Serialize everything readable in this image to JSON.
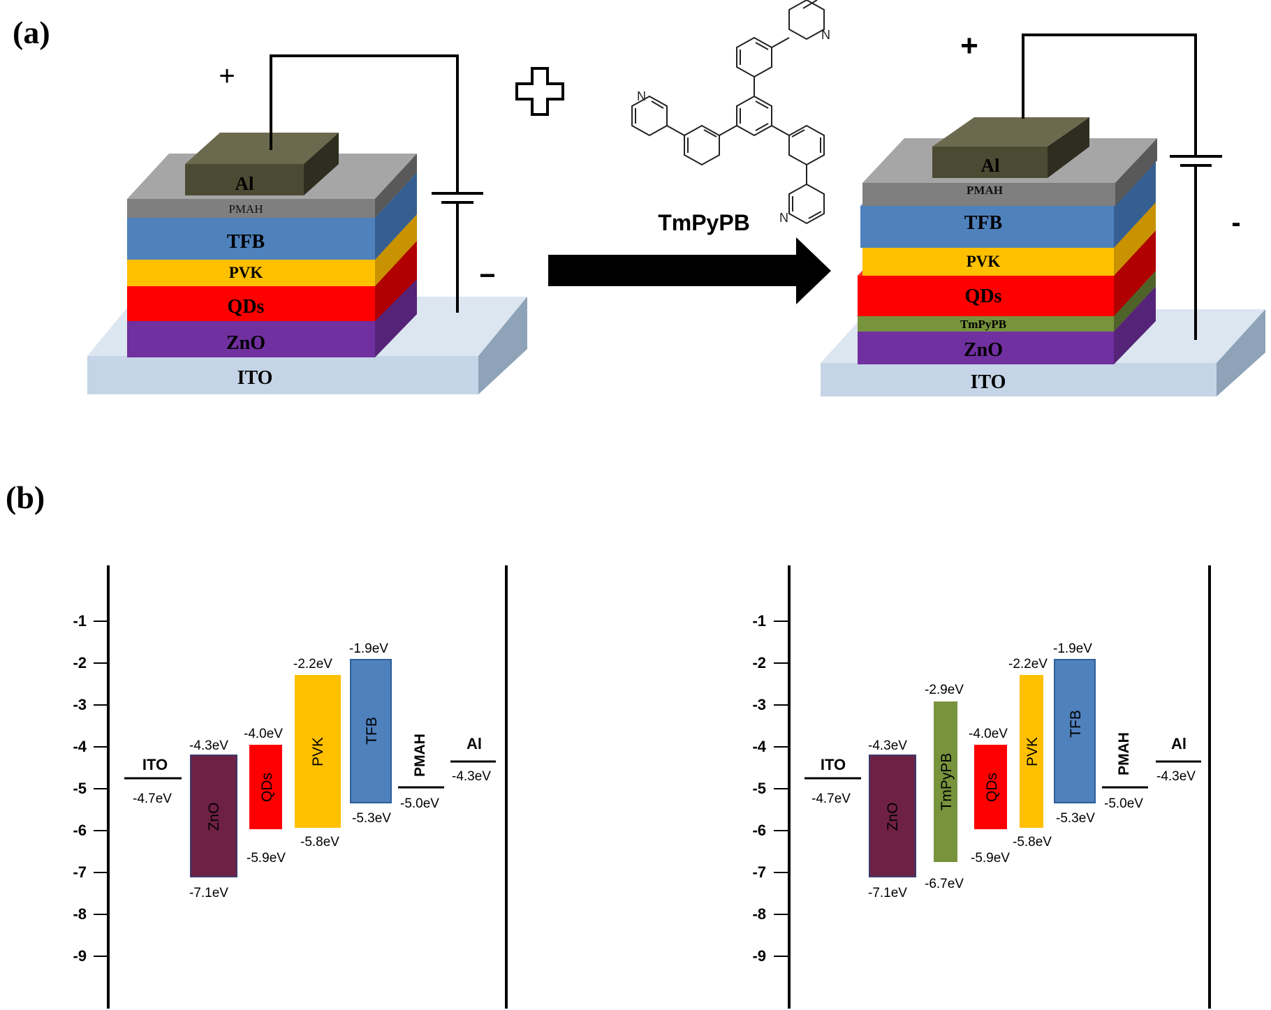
{
  "panel_labels": {
    "a": "(a)",
    "b": "(b)"
  },
  "device_left": {
    "plus": "+",
    "minus": "−",
    "layers": [
      "Al",
      "PMAH",
      "TFB",
      "PVK",
      "QDs",
      "ZnO",
      "ITO"
    ]
  },
  "device_right": {
    "plus": "+",
    "minus": "-",
    "layers": [
      "Al",
      "PMAH",
      "TFB",
      "PVK",
      "QDs",
      "TmPyPB",
      "ZnO",
      "ITO"
    ]
  },
  "molecule": {
    "name": "TmPyPB",
    "atom_label": "N"
  },
  "colors": {
    "Al": "#4b4a33",
    "PMAH": "#7f7f7f",
    "TFB": "#4f81bd",
    "PVK": "#ffc000",
    "QDs": "#ff0000",
    "ZnO": "#7030a0",
    "ITO": "#c5d5e7",
    "TmPyPB": "#77933c",
    "ZnO_band": "#6e2145"
  },
  "energy_axis": {
    "ticks": [
      "-1",
      "-2",
      "-3",
      "-4",
      "-5",
      "-6",
      "-7",
      "-8",
      "-9"
    ]
  },
  "energy_left": {
    "ITO": {
      "label": "ITO",
      "level": "-4.7eV"
    },
    "Al": {
      "label": "Al",
      "level": "-4.3eV"
    },
    "PMAH": {
      "label": "PMAH",
      "level": "-5.0eV"
    },
    "ZnO": {
      "label": "ZnO",
      "top": "-4.3eV",
      "bottom": "-7.1eV"
    },
    "QDs": {
      "label": "QDs",
      "top": "-4.0eV",
      "bottom": "-5.9eV"
    },
    "PVK": {
      "label": "PVK",
      "top": "-2.2eV",
      "bottom": "-5.8eV"
    },
    "TFB": {
      "label": "TFB",
      "top": "-1.9eV",
      "bottom": "-5.3eV"
    }
  },
  "energy_right": {
    "ITO": {
      "label": "ITO",
      "level": "-4.7eV"
    },
    "Al": {
      "label": "Al",
      "level": "-4.3eV"
    },
    "PMAH": {
      "label": "PMAH",
      "level": "-5.0eV"
    },
    "ZnO": {
      "label": "ZnO",
      "top": "-4.3eV",
      "bottom": "-7.1eV"
    },
    "TmPyPB": {
      "label": "TmPyPB",
      "top": "-2.9eV",
      "bottom": "-6.7eV"
    },
    "QDs": {
      "label": "QDs",
      "top": "-4.0eV",
      "bottom": "-5.9eV"
    },
    "PVK": {
      "label": "PVK",
      "top": "-2.2eV",
      "bottom": "-5.8eV"
    },
    "TFB": {
      "label": "TFB",
      "top": "-1.9eV",
      "bottom": "-5.3eV"
    }
  }
}
